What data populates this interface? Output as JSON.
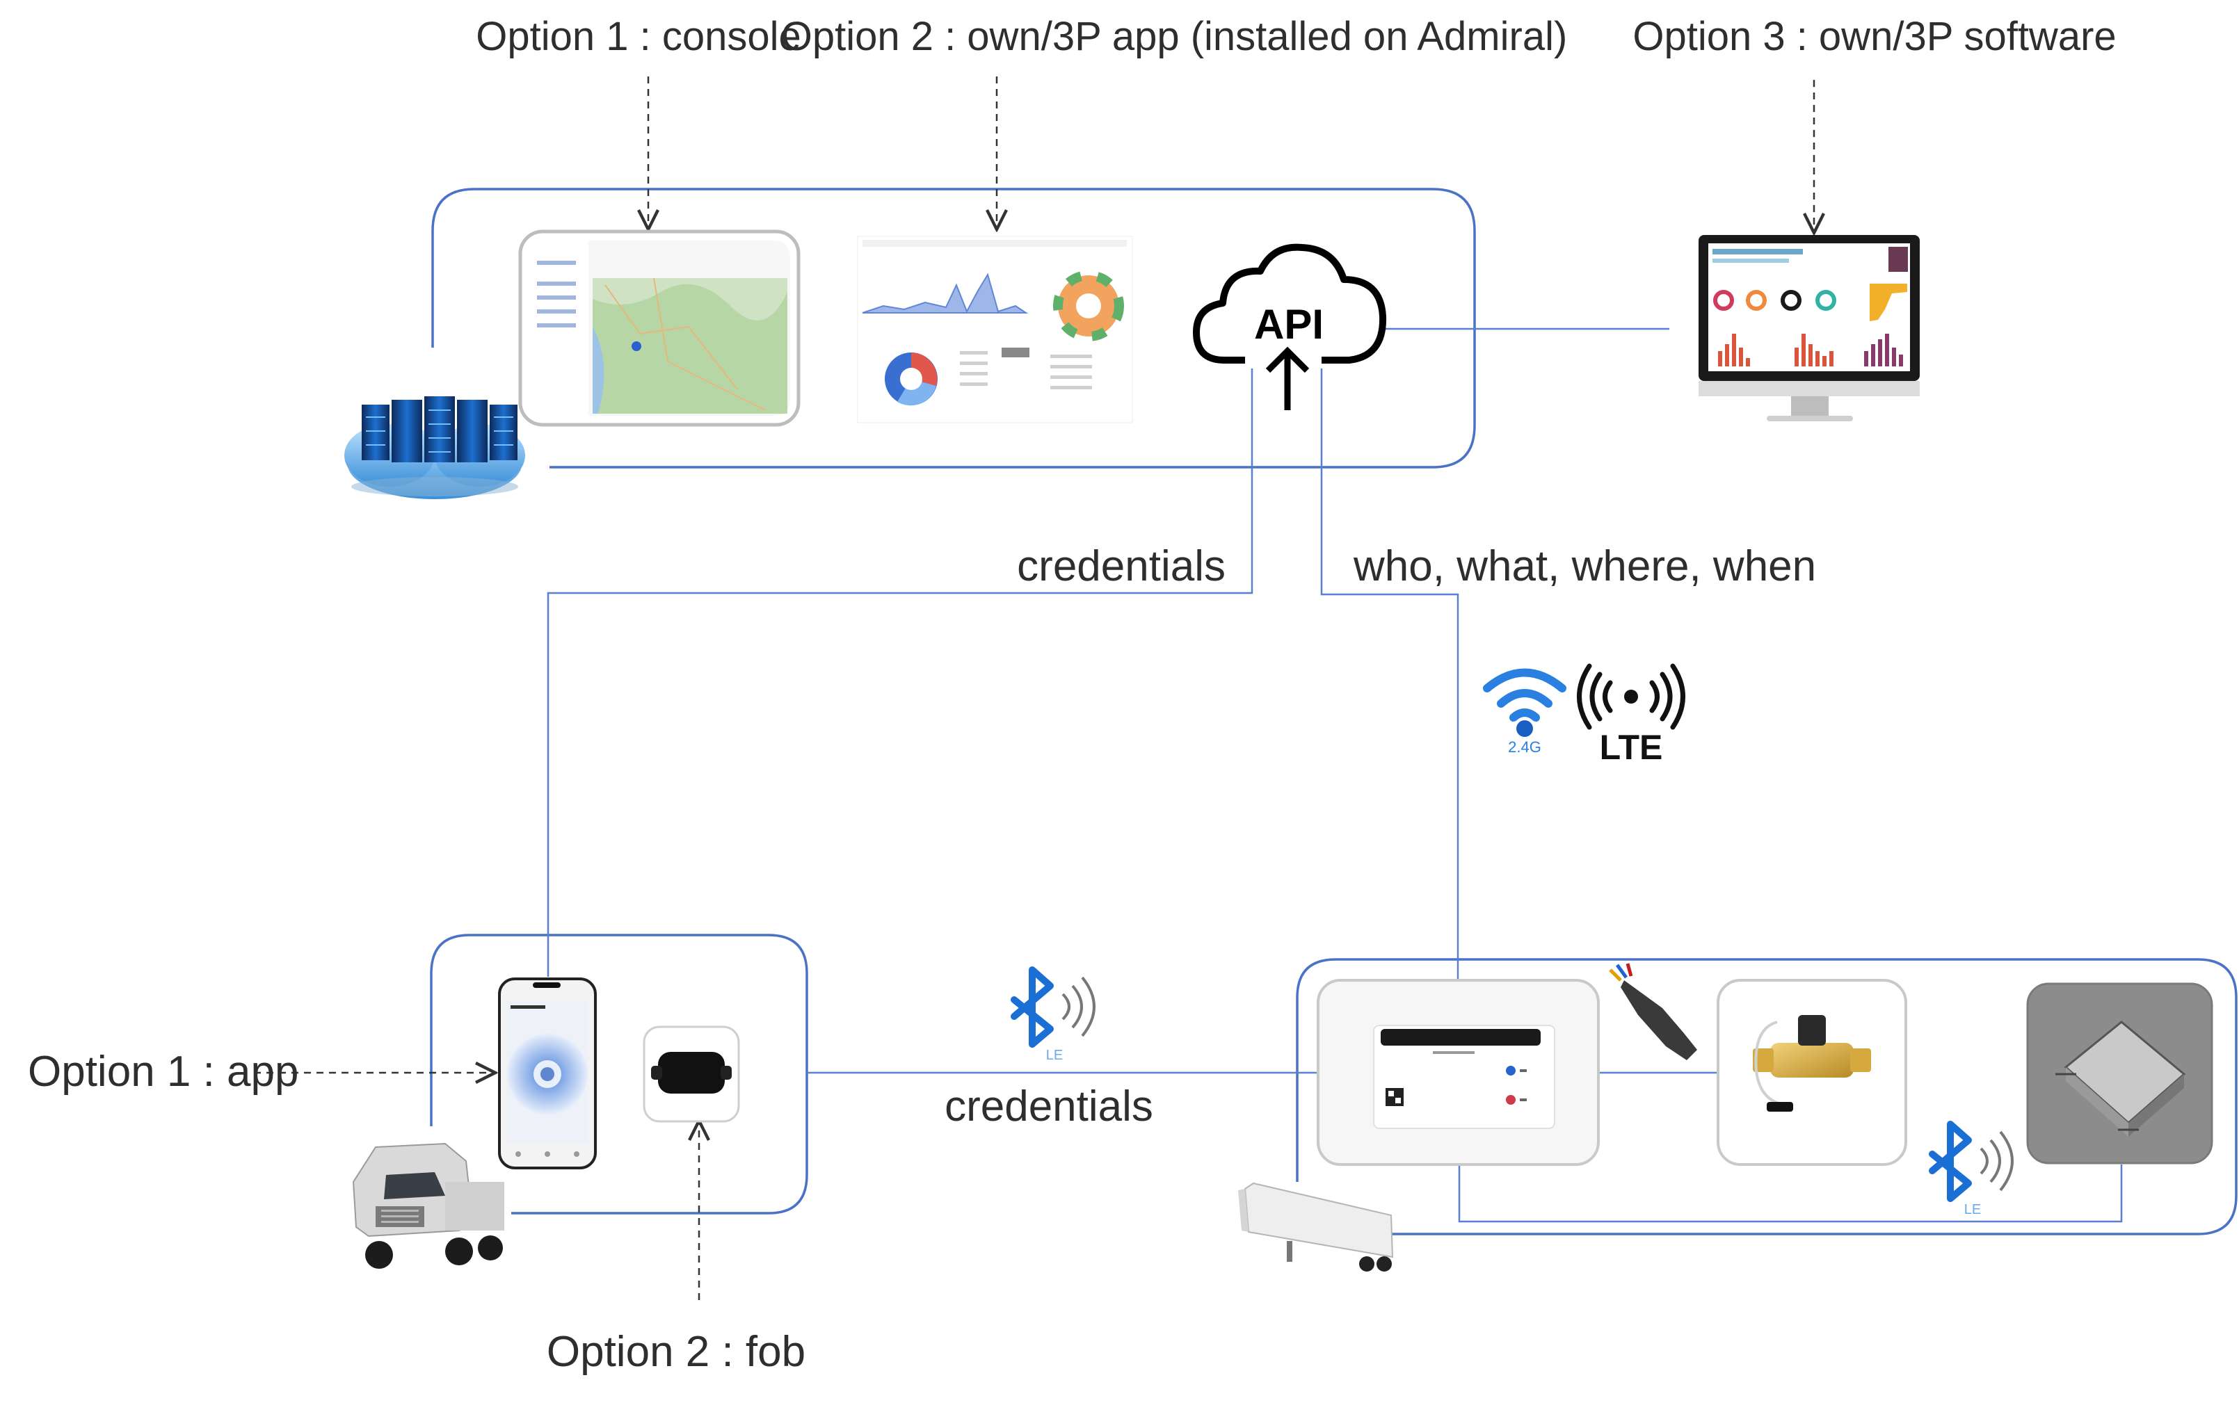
{
  "labels": {
    "cloud_option1": "Option 1 : console",
    "cloud_option2": "Option 2 : own/3P app (installed on Admiral)",
    "cloud_option3": "Option 3 : own/3P software",
    "api": "API",
    "credentials_top": "credentials",
    "who_what": "who, what, where, when",
    "lte": "LTE",
    "wifi_band": "2.4G",
    "credentials_bottom": "credentials",
    "ble_le": "LE",
    "ble_le_2": "LE",
    "driver_option1": "Option 1 : app",
    "driver_option2": "Option 2 : fob"
  },
  "icons": {
    "cloud_servers": "server-cloud-icon",
    "api_cloud": "api-cloud-icon",
    "monitor": "dashboard-monitor-icon",
    "wifi": "wifi-icon",
    "lte": "lte-antenna-icon",
    "bluetooth": "bluetooth-le-icon",
    "truck": "truck-icon",
    "trailer": "trailer-icon"
  },
  "colors": {
    "connector": "#5a7fd0",
    "box_border": "#4a72c6",
    "dashed": "#333333",
    "text": "#2e2e2e",
    "bluetooth": "#1a6fd4"
  }
}
